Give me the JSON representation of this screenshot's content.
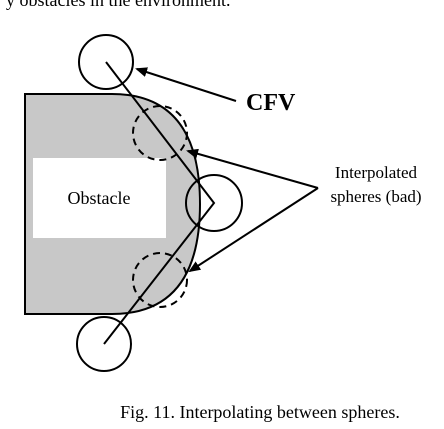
{
  "top_text": "y obstacles in the environment.",
  "labels": {
    "cfv": "CFV",
    "interpolated_line1": "Interpolated",
    "interpolated_line2": "spheres (bad)",
    "obstacle": "Obstacle"
  },
  "caption": "Fig. 11. Interpolating between spheres.",
  "colors": {
    "obstacle_fill": "#c8c8c8",
    "stroke": "#000000",
    "label_box": "#ffffff"
  }
}
